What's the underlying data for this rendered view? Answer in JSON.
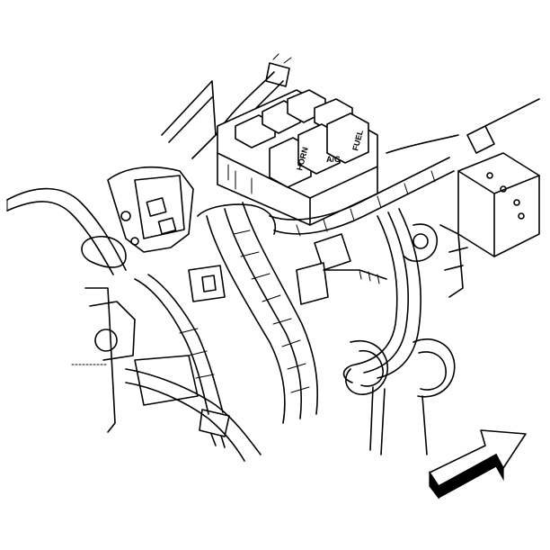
{
  "relay_labels": {
    "left": "HORN",
    "middle": "A/C",
    "right": "FUEL"
  },
  "colors": {
    "line": "#000000",
    "background": "#ffffff"
  },
  "icons": {
    "direction_arrow": "arrow-right-up-icon"
  }
}
